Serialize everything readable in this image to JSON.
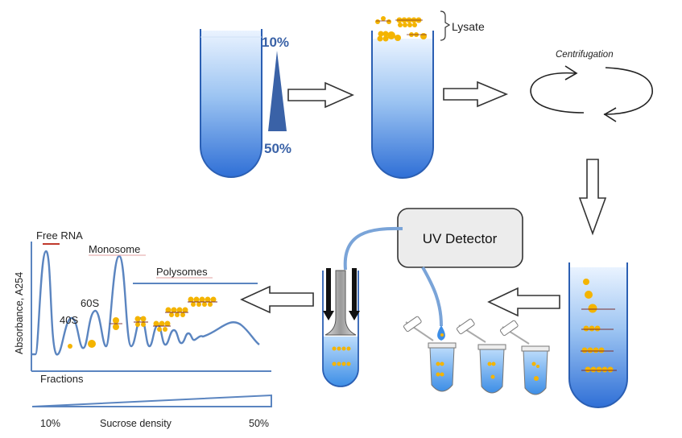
{
  "gradient": {
    "top_label": "10%",
    "bottom_label": "50%"
  },
  "lysate_label": "Lysate",
  "centrifugation_label": "Centrifugation",
  "detector_label": "UV Detector",
  "profile": {
    "free_rna": "Free RNA",
    "monosome": "Monosome",
    "polysomes": "Polysomes",
    "s60": "60S",
    "s40": "40S",
    "y_axis": "Absorbance, A254",
    "x_axis": "Fractions",
    "density_low": "10%",
    "density_label": "Sucrose density",
    "density_high": "50%"
  },
  "colors": {
    "tube_blue": "#3b78d8",
    "ribosome": "#f4b400",
    "gradient_dark": "#3a62a7",
    "trace": "#5b85c0",
    "detector_fill": "#ececec",
    "label_red": "#c0392b"
  }
}
